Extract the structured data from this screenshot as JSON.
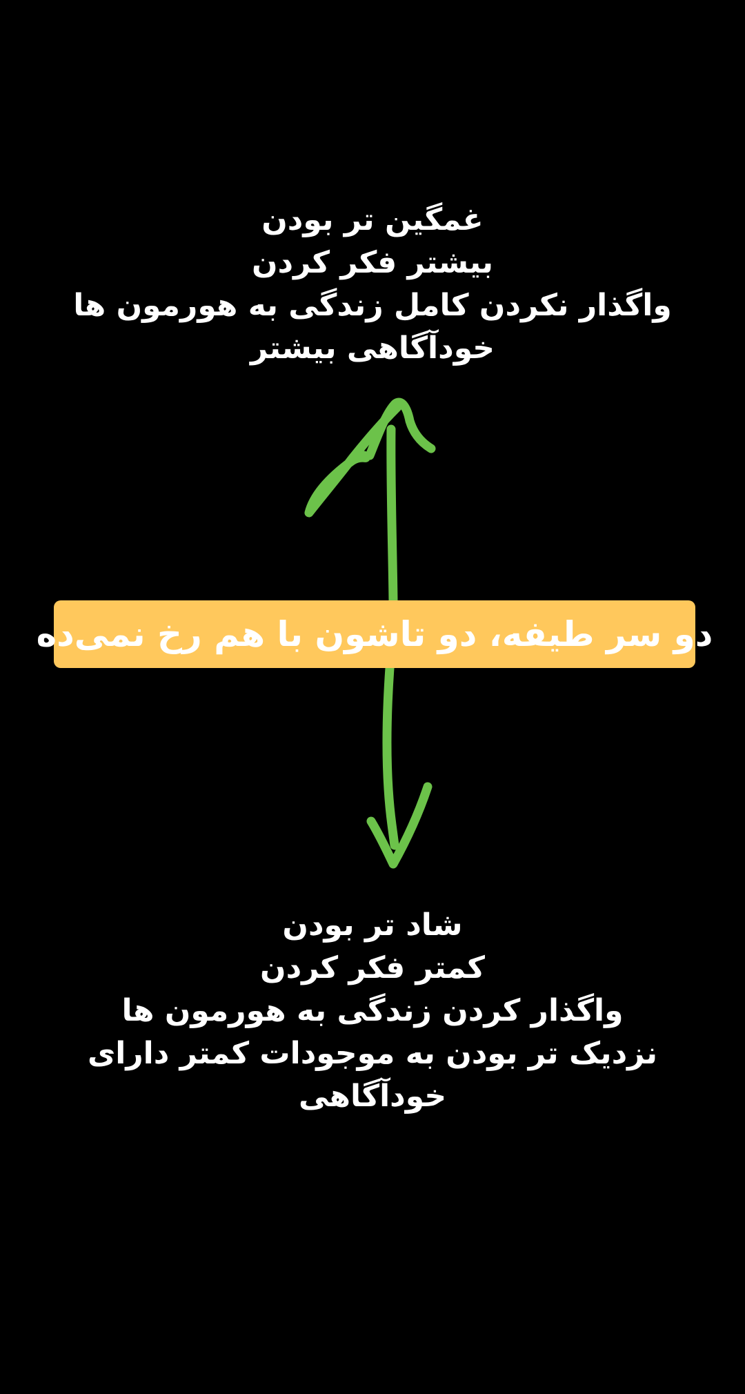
{
  "top_lines": [
    "غمگین تر بودن",
    "بیشتر فکر کردن",
    "واگذار نکردن کامل زندگی به هورمون ها",
    "خودآگاهی بیشتر"
  ],
  "bottom_lines": [
    "شاد تر بودن",
    "کمتر فکر کردن",
    "واگذار کردن زندگی به هورمون ها",
    "نزدیک تر بودن به موجودات کمتر دارای",
    "خودآگاهی"
  ],
  "banner": {
    "text": "دو سر طیفه، دو تاشون با هم رخ نمی‌ده"
  },
  "colors": {
    "background": "#000000",
    "text": "#ffffff",
    "arrow": "#6cc24a",
    "banner": "#ffc85c"
  },
  "icons": {
    "arrow": "double-headed-vertical-arrow-icon"
  }
}
